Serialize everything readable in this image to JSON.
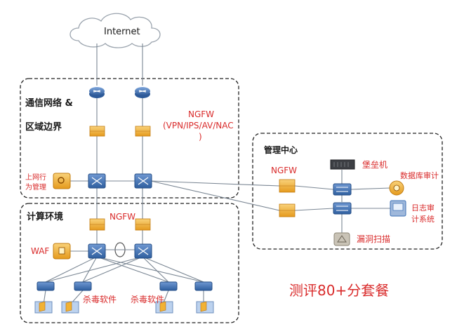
{
  "internet": "Internet",
  "zones": {
    "boundary_line1": "通信网络 &",
    "boundary_line2": "区域边界",
    "compute": "计算环境",
    "management": "管理中心"
  },
  "ngfw_note": {
    "line1": "NGFW",
    "line2": "(VPN/IPS/AV/NAC",
    "line3": ")"
  },
  "labels": {
    "ngfw_compute": "NGFW",
    "ngfw_mgmt": "NGFW",
    "behavior_line1": "上网行",
    "behavior_line2": "为管理",
    "waf": "WAF",
    "bastion": "堡垒机",
    "db_audit": "数据库审计",
    "log_line1": "日志审",
    "log_line2": "计系统",
    "vuln_scan": "漏洞扫描",
    "antivirus_1": "杀毒软件",
    "antivirus_2": "杀毒软件"
  },
  "package": "测评80+分套餐",
  "colors": {
    "accent_red": "#d92b2b",
    "firewall_yellow": "#f2b233",
    "switch_blue": "#3b6fb6",
    "host_blue": "#bcd2ee"
  }
}
